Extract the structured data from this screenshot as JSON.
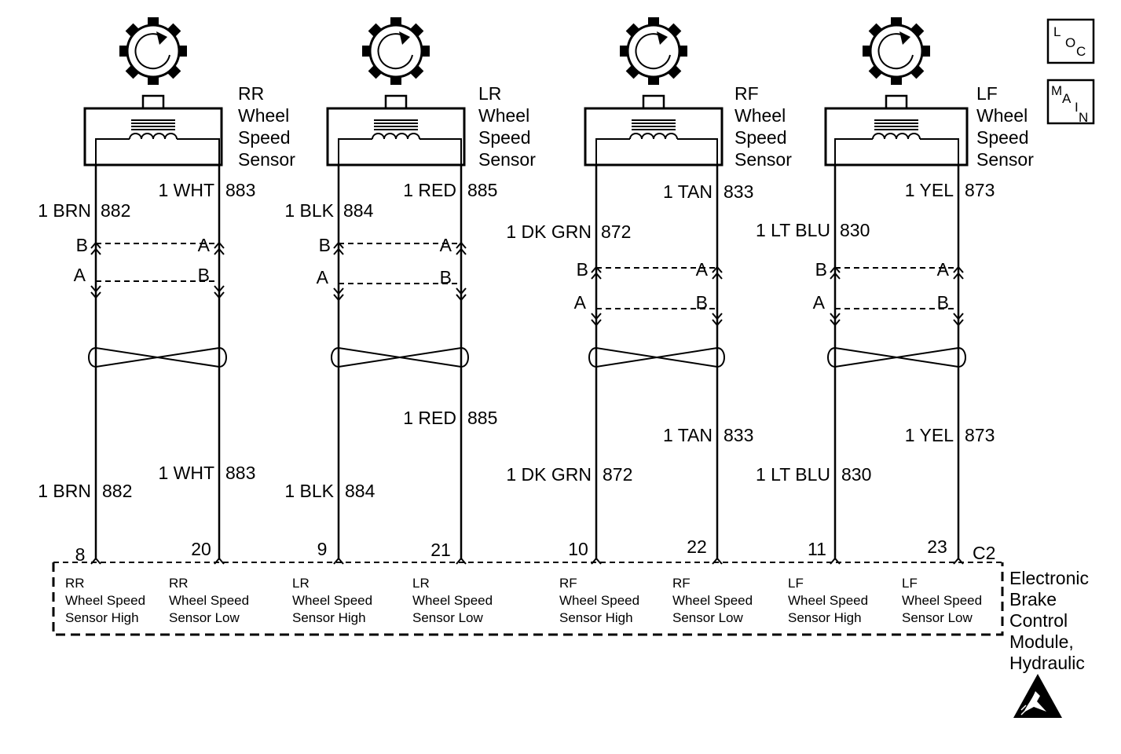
{
  "sensors": [
    {
      "title": [
        "RR",
        "Wheel",
        "Speed",
        "Sensor"
      ],
      "left_wire": {
        "color": "1 BRN",
        "circuit": "882",
        "pin": "8"
      },
      "right_wire": {
        "color": "1 WHT",
        "circuit": "883",
        "pin": "20"
      },
      "connector": {
        "top_left": "B",
        "top_right": "A",
        "bottom_left": "A",
        "bottom_right": "B"
      },
      "module_left": [
        "RR",
        "Wheel Speed",
        "Sensor High"
      ],
      "module_right": [
        "RR",
        "Wheel Speed",
        "Sensor Low"
      ]
    },
    {
      "title": [
        "LR",
        "Wheel",
        "Speed",
        "Sensor"
      ],
      "left_wire": {
        "color": "1 BLK",
        "circuit": "884",
        "pin": "9"
      },
      "right_wire": {
        "color": "1 RED",
        "circuit": "885",
        "pin": "21"
      },
      "connector": {
        "top_left": "B",
        "top_right": "A",
        "bottom_left": "A",
        "bottom_right": "B"
      },
      "module_left": [
        "LR",
        "Wheel Speed",
        "Sensor High"
      ],
      "module_right": [
        "LR",
        "Wheel Speed",
        "Sensor Low"
      ]
    },
    {
      "title": [
        "RF",
        "Wheel",
        "Speed",
        "Sensor"
      ],
      "left_wire": {
        "color": "1  DK GRN",
        "circuit": "872",
        "pin": "10"
      },
      "right_wire": {
        "color": "1 TAN",
        "circuit": "833",
        "pin": "22"
      },
      "connector": {
        "top_left": "B",
        "top_right": "A",
        "bottom_left": "A",
        "bottom_right": "B"
      },
      "module_left": [
        "RF",
        "Wheel Speed",
        "Sensor High"
      ],
      "module_right": [
        "RF",
        "Wheel Speed",
        "Sensor Low"
      ]
    },
    {
      "title": [
        "LF",
        "Wheel",
        "Speed",
        "Sensor"
      ],
      "left_wire": {
        "color": "1 LT BLU",
        "circuit": "830",
        "pin": "11"
      },
      "right_wire": {
        "color": "1 YEL",
        "circuit": "873",
        "pin": "23"
      },
      "connector": {
        "top_left": "B",
        "top_right": "A",
        "bottom_left": "A",
        "bottom_right": "B"
      },
      "module_left": [
        "LF",
        "Wheel Speed",
        "Sensor High"
      ],
      "module_right": [
        "LF",
        "Wheel Speed",
        "Sensor Low"
      ]
    }
  ],
  "module": {
    "connector": "C2",
    "name": [
      "Electronic",
      "Brake",
      "Control",
      "Module,",
      "Hydraulic"
    ]
  },
  "icons": {
    "loc": {
      "letters": [
        "L",
        "O",
        "C"
      ]
    },
    "main": {
      "letters": [
        "M",
        "A",
        "I",
        "N"
      ]
    },
    "esd": "esd-warning-icon",
    "sensor_rotor": "tone-wheel-icon",
    "sensor_coil": "pickup-coil-icon"
  }
}
